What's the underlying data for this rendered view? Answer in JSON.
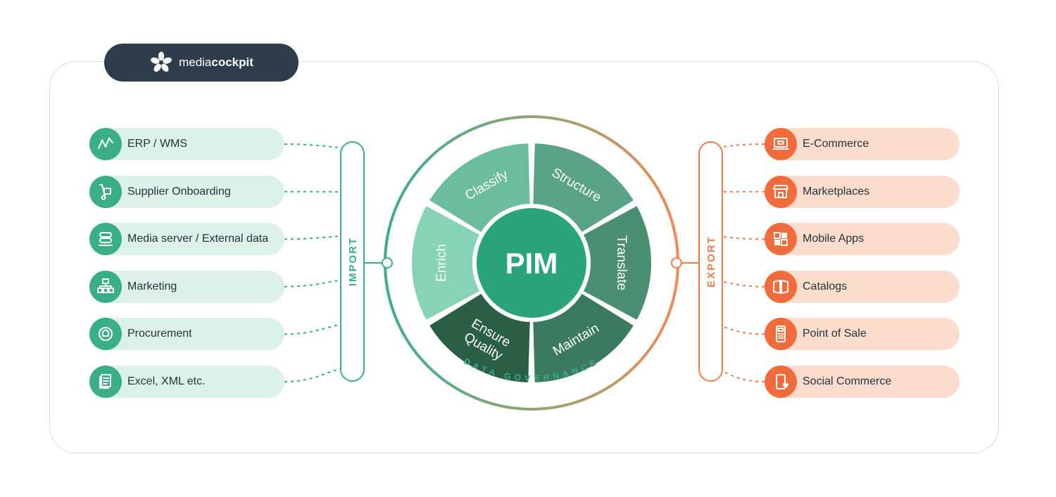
{
  "brand": {
    "light": "media",
    "bold": "cockpit"
  },
  "colors": {
    "import": "#3aae86",
    "export": "#f26c3b",
    "dark": "#2e3d4c"
  },
  "import": {
    "label": "IMPORT",
    "items": [
      {
        "label": "ERP / WMS",
        "icon": "line-chart-icon"
      },
      {
        "label": "Supplier Onboarding",
        "icon": "hand-truck-icon"
      },
      {
        "label": "Media server / External data",
        "icon": "server-icon"
      },
      {
        "label": "Marketing",
        "icon": "hierarchy-icon"
      },
      {
        "label": "Procurement",
        "icon": "procurement-icon"
      },
      {
        "label": "Excel, XML etc.",
        "icon": "document-icon"
      }
    ]
  },
  "export": {
    "label": "EXPORT",
    "items": [
      {
        "label": "E-Commerce",
        "icon": "laptop-shop-icon"
      },
      {
        "label": "Marketplaces",
        "icon": "storefront-icon"
      },
      {
        "label": "Mobile Apps",
        "icon": "apps-grid-icon"
      },
      {
        "label": "Catalogs",
        "icon": "catalog-book-icon"
      },
      {
        "label": "Point of Sale",
        "icon": "pos-terminal-icon"
      },
      {
        "label": "Social Commerce",
        "icon": "phone-heart-icon"
      }
    ]
  },
  "hub": {
    "center": "PIM",
    "ring_label": "DATA GOVERNANCE",
    "segments": [
      "Structure",
      "Translate",
      "Maintain",
      "Ensure Quality",
      "Enrich",
      "Classify"
    ]
  }
}
